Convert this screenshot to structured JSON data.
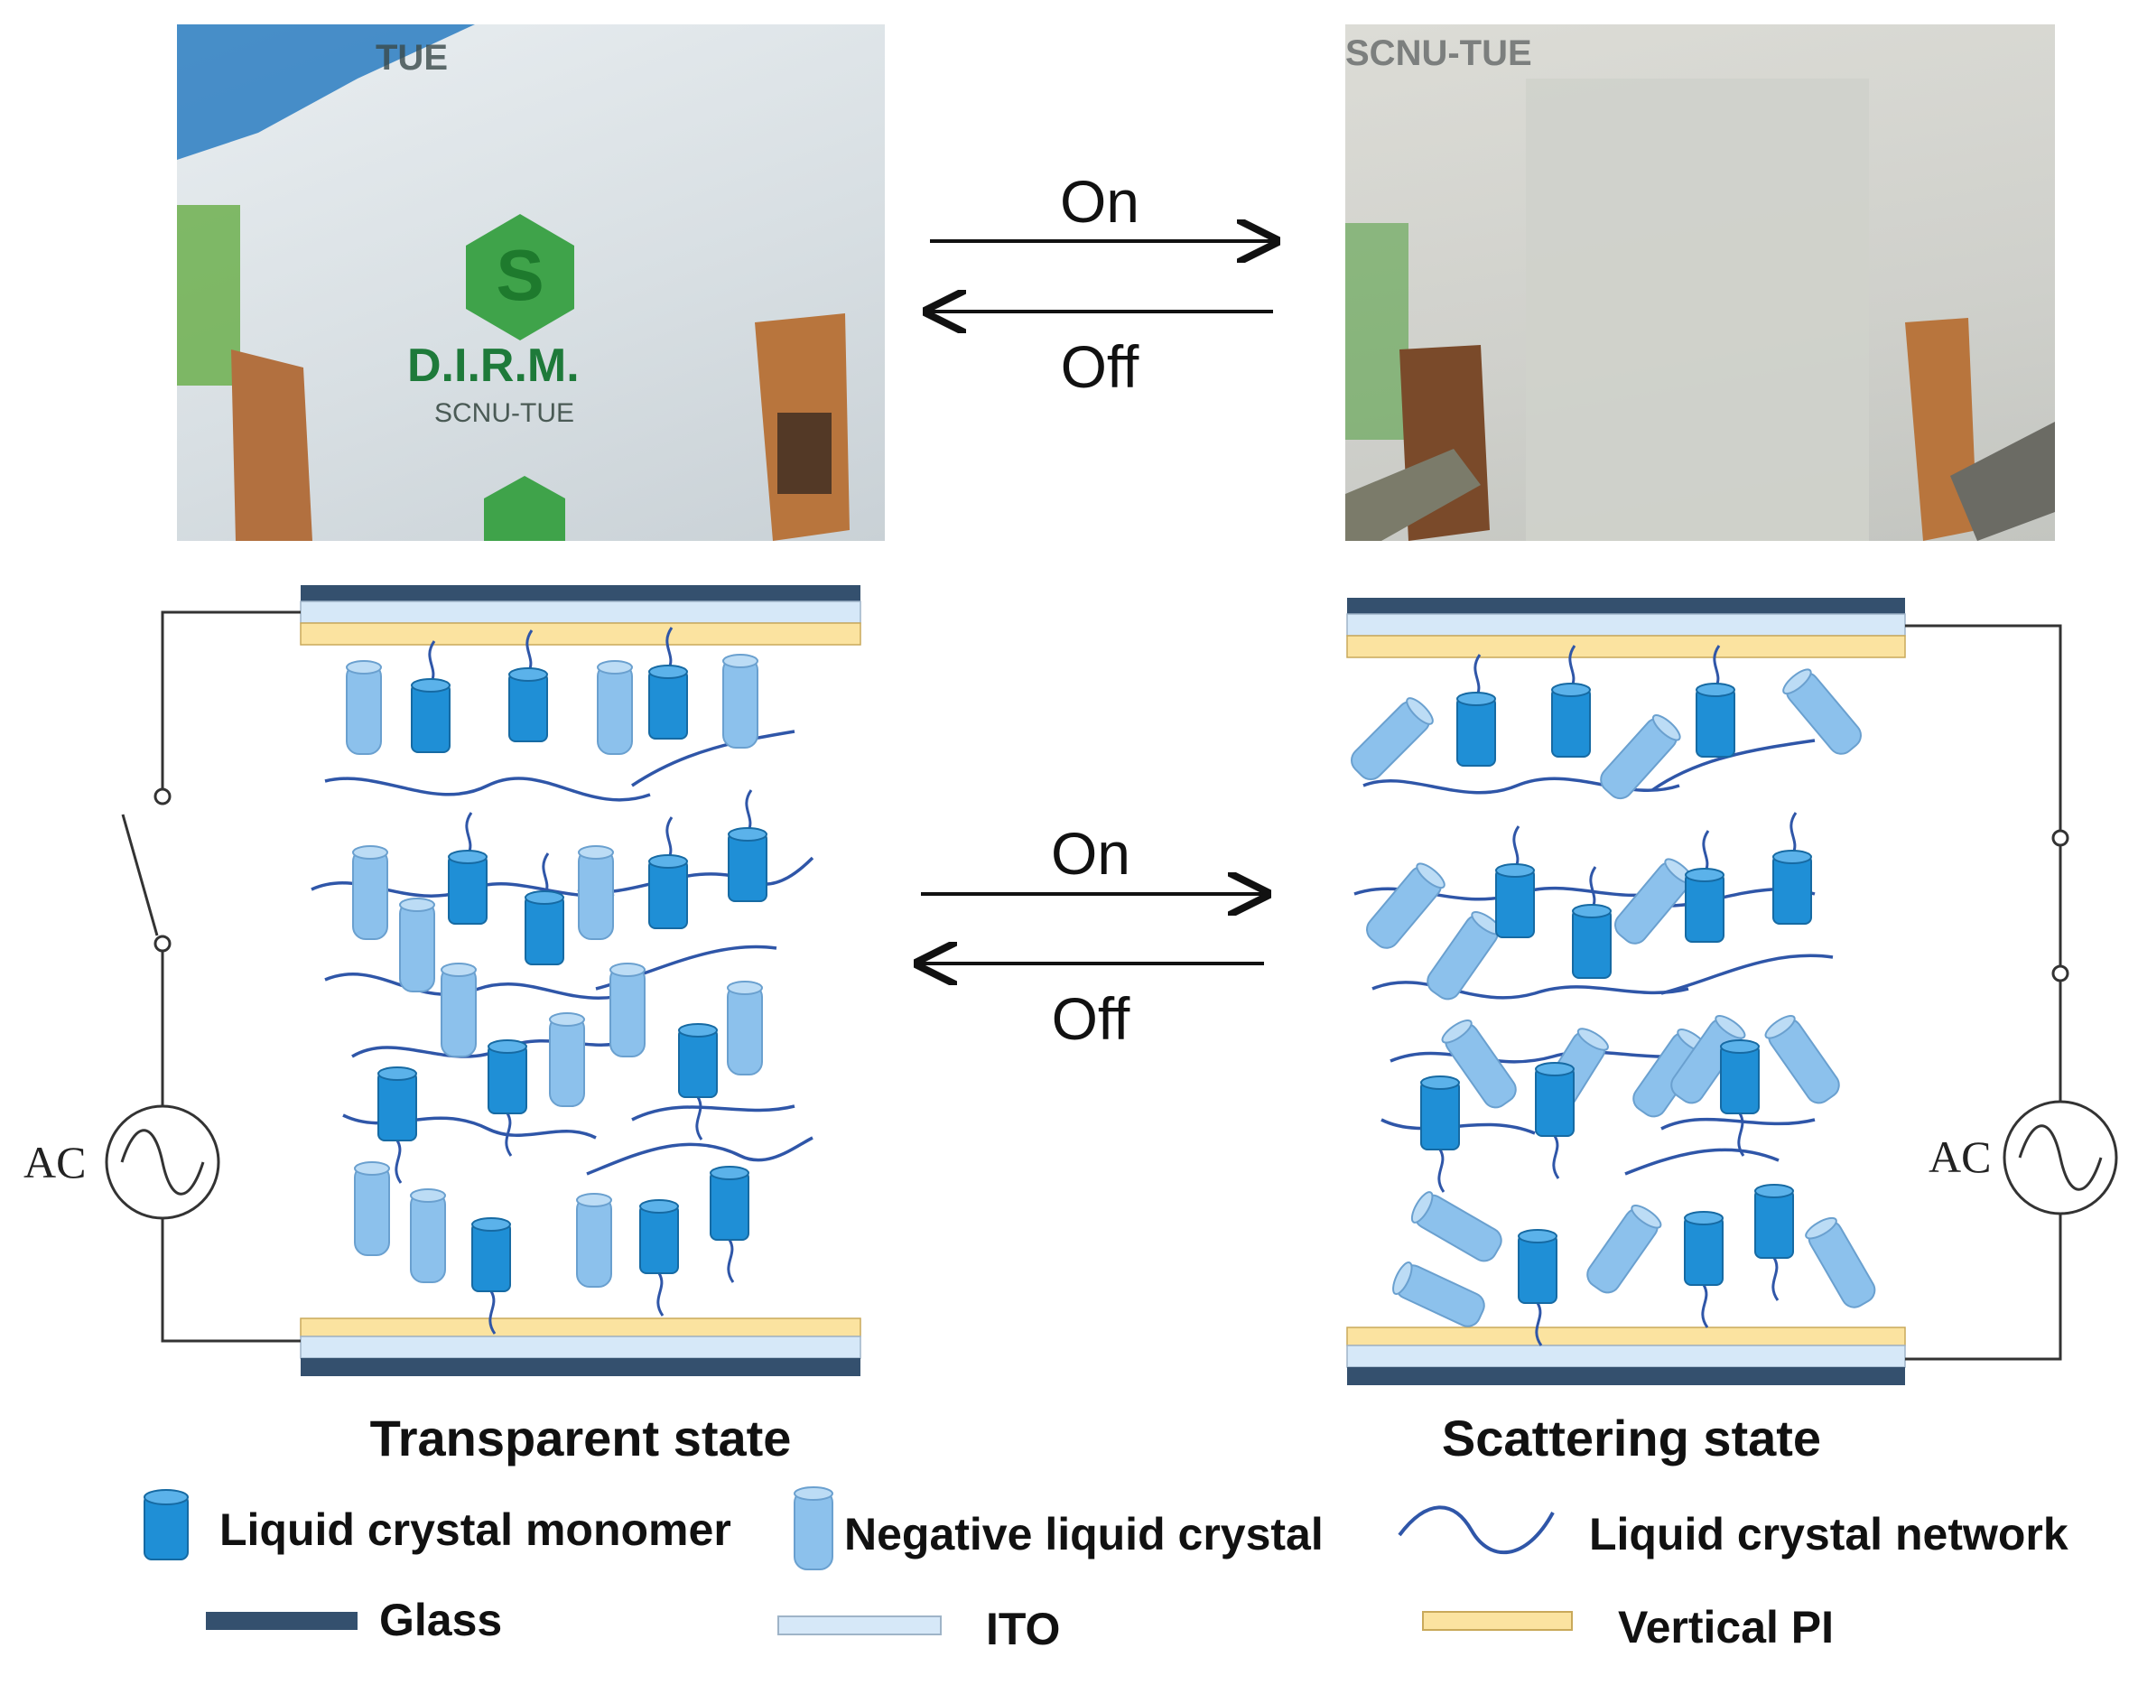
{
  "colors": {
    "glass": "#34506e",
    "ito": "#d6e8f8",
    "pi": "#fbe3a0",
    "monomer": "#1f8fd6",
    "negative_lc": "#8cc1ec",
    "network": "#2f56a8",
    "wire": "#333333"
  },
  "photos": {
    "logo_text": "D.I.R.M.",
    "logo_subtext": "SCNU-TUE",
    "top_text_left": "TUE",
    "top_text_right": "SCNU-TUE"
  },
  "top_arrows": {
    "on_label": "On",
    "off_label": "Off"
  },
  "middle_arrows": {
    "on_label": "On",
    "off_label": "Off"
  },
  "left_panel": {
    "caption": "Transparent state",
    "source_label": "AC"
  },
  "right_panel": {
    "caption": "Scattering state",
    "source_label": "AC"
  },
  "legend": {
    "monomer": "Liquid crystal monomer",
    "negative_lc": "Negative liquid crystal",
    "network": "Liquid crystal network",
    "glass": "Glass",
    "ito": "ITO",
    "pi": "Vertical PI"
  }
}
